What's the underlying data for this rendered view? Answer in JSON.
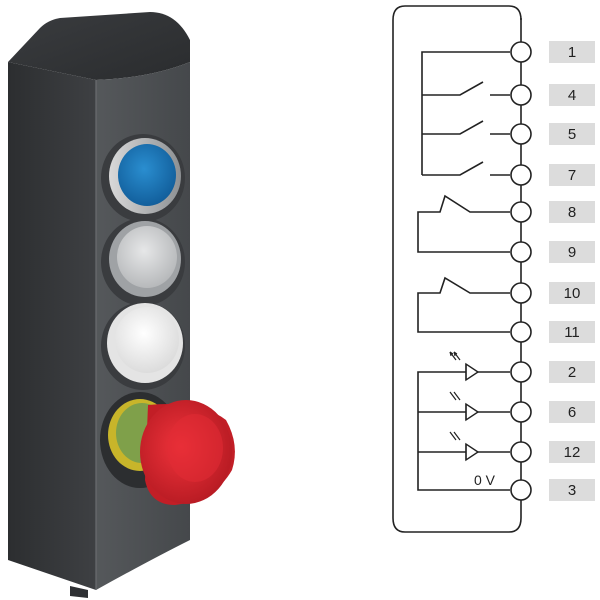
{
  "device": {
    "buttons": [
      {
        "name": "blue-illuminated-button",
        "color": "#1e72b4"
      },
      {
        "name": "grey-illuminated-button",
        "color": "#cfd1d3"
      },
      {
        "name": "white-illuminated-button",
        "color": "#f2f2f2"
      }
    ],
    "emergency_stop_color": "#d8262f",
    "housing_color": "#4f5255"
  },
  "terminals": [
    {
      "label": "1"
    },
    {
      "label": "4"
    },
    {
      "label": "5"
    },
    {
      "label": "7"
    },
    {
      "label": "8"
    },
    {
      "label": "9"
    },
    {
      "label": "10"
    },
    {
      "label": "11"
    },
    {
      "label": "2"
    },
    {
      "label": "6"
    },
    {
      "label": "12"
    },
    {
      "label": "3"
    }
  ],
  "ov_label": "0 V",
  "colors": {
    "label_box": "#dcdcdc",
    "line": "#222222"
  }
}
